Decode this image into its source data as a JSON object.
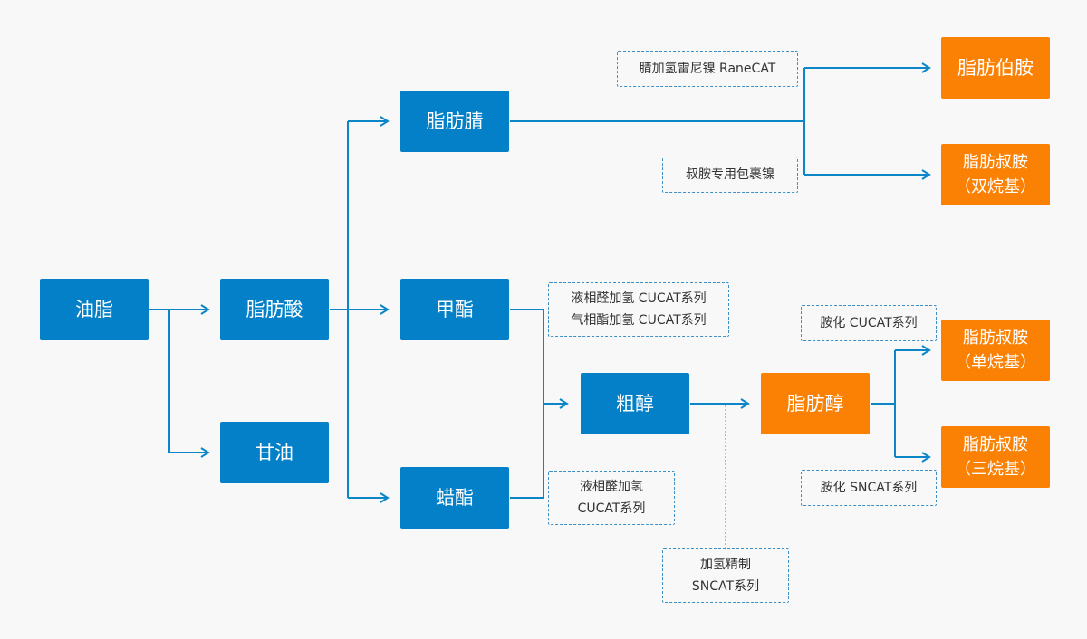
{
  "colors": {
    "primary": "#0380c7",
    "product": "#fb8104",
    "line": "#0c86c6",
    "note_border": "#3b8fc4",
    "background": "#f8f8f8"
  },
  "nodes": {
    "grease": "油脂",
    "fatty_acid": "脂肪酸",
    "glycerin": "甘油",
    "fatty_nitrile": "脂肪腈",
    "methyl_ester": "甲酯",
    "wax_ester": "蜡酯",
    "crude_alcohol": "粗醇",
    "fatty_alcohol": "脂肪醇",
    "primary_amine": "脂肪伯胺",
    "tertiary_amine_dialkyl": {
      "line1": "脂肪叔胺",
      "line2": "（双烷基）"
    },
    "tertiary_amine_monoalkyl": {
      "line1": "脂肪叔胺",
      "line2": "（单烷基）"
    },
    "tertiary_amine_trialkyl": {
      "line1": "脂肪叔胺",
      "line2": "（三烷基）"
    }
  },
  "notes": {
    "nitrile_hydrogenation": "腈加氢雷尼镍 RaneCAT",
    "tertiary_amine_nickel": "叔胺专用包裹镍",
    "methyl_ester_catalyst": {
      "line1": "液相醛加氢 CUCAT系列",
      "line2": "气相酯加氢 CUCAT系列"
    },
    "wax_ester_catalyst": {
      "line1": "液相醛加氢",
      "line2": "CUCAT系列"
    },
    "refining": {
      "line1": "加氢精制",
      "line2": "SNCAT系列"
    },
    "amination_cucat": "胺化 CUCAT系列",
    "amination_sncat": "胺化 SNCAT系列"
  }
}
